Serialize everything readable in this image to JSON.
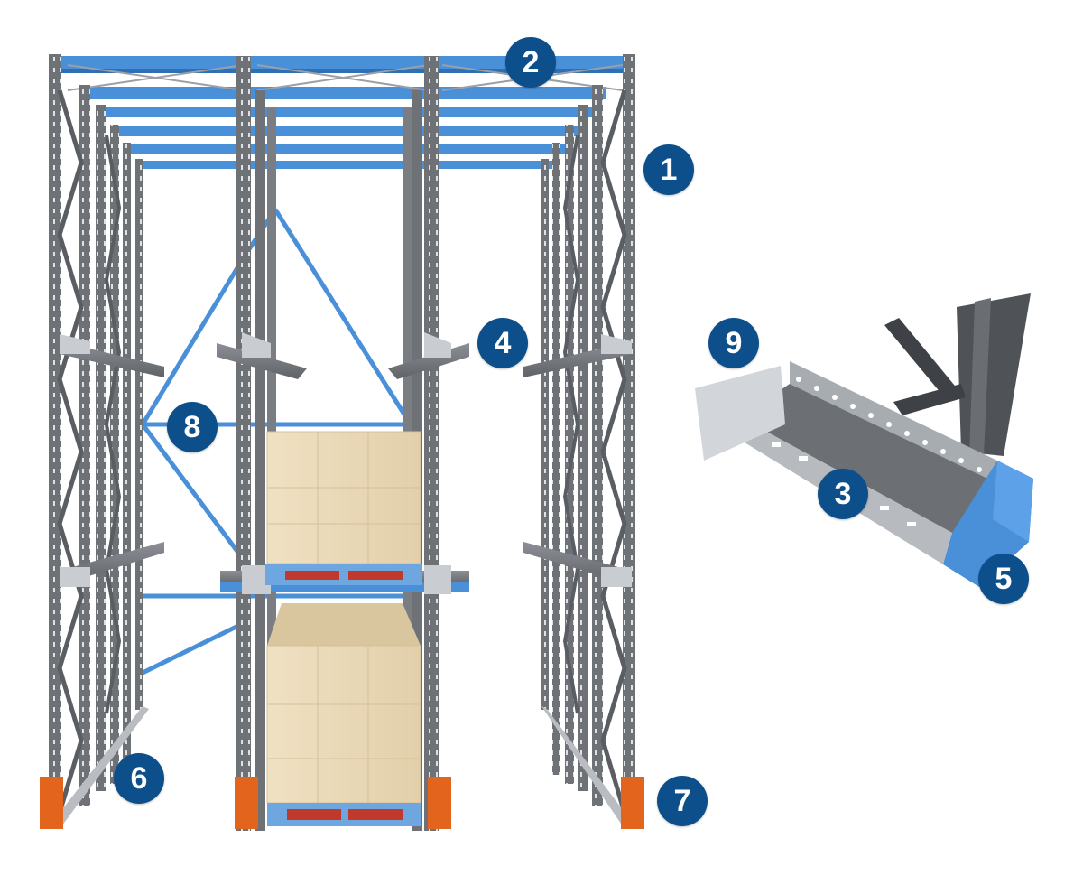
{
  "colors": {
    "upright": "#6e7277",
    "upright_dark": "#565a5f",
    "beam_blue": "#4a90d9",
    "beam_blue_dark": "#2f6fb3",
    "rail_grey": "#a0a4a8",
    "bracket_grey": "#c9ccd0",
    "protector_orange": "#e3651d",
    "carton": "#ead9b8",
    "carton_shade": "#d9c59e",
    "pallet_blue": "#6ea6e0",
    "pallet_red": "#c0392b",
    "badge": "#0d4f8b"
  },
  "callouts": [
    {
      "id": "1",
      "label": "1"
    },
    {
      "id": "2",
      "label": "2"
    },
    {
      "id": "3",
      "label": "3"
    },
    {
      "id": "4",
      "label": "4"
    },
    {
      "id": "5",
      "label": "5"
    },
    {
      "id": "6",
      "label": "6"
    },
    {
      "id": "7",
      "label": "7"
    },
    {
      "id": "8",
      "label": "8"
    },
    {
      "id": "9",
      "label": "9"
    }
  ]
}
